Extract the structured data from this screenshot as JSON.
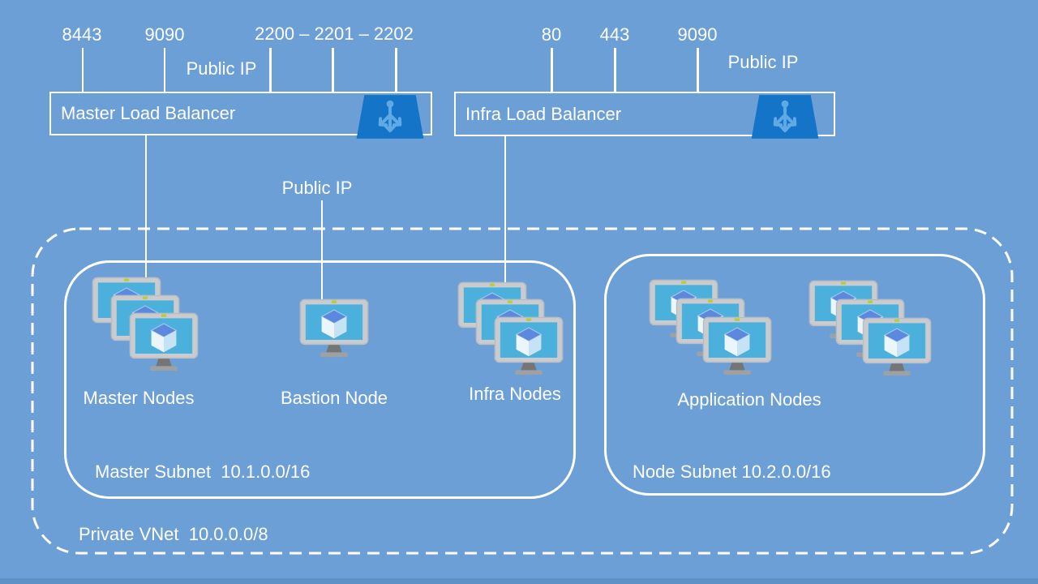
{
  "master_lb": {
    "label": "Master Load Balancer",
    "port_1": "8443",
    "port_2": "9090",
    "port_3": "2200 – 2201 – 2202",
    "public_ip_label": "Public IP"
  },
  "infra_lb": {
    "label": "Infra Load Balancer",
    "port_1": "80",
    "port_2": "443",
    "port_3": "9090",
    "public_ip_label": "Public IP"
  },
  "bastion": {
    "public_ip_label": "Public IP",
    "label": "Bastion Node"
  },
  "node_groups": {
    "master": "Master Nodes",
    "infra": "Infra Nodes",
    "application": "Application Nodes"
  },
  "subnets": {
    "master_label": "Master Subnet  10.1.0.0/16",
    "node_label": "Node Subnet 10.2.0.0/16"
  },
  "vnet": {
    "label": "Private VNet  10.0.0.0/8"
  },
  "colors": {
    "background": "#6B9FD6",
    "diagram_lines": "#FFFFFF",
    "lb_icon_blue": "#1374C8",
    "lb_glyph_blue": "#5FA9E4",
    "vm_screen_blue": "#4BB0DC",
    "vm_frame_gray": "#C9CBCE",
    "vm_power_dot": "#B9CE35"
  }
}
